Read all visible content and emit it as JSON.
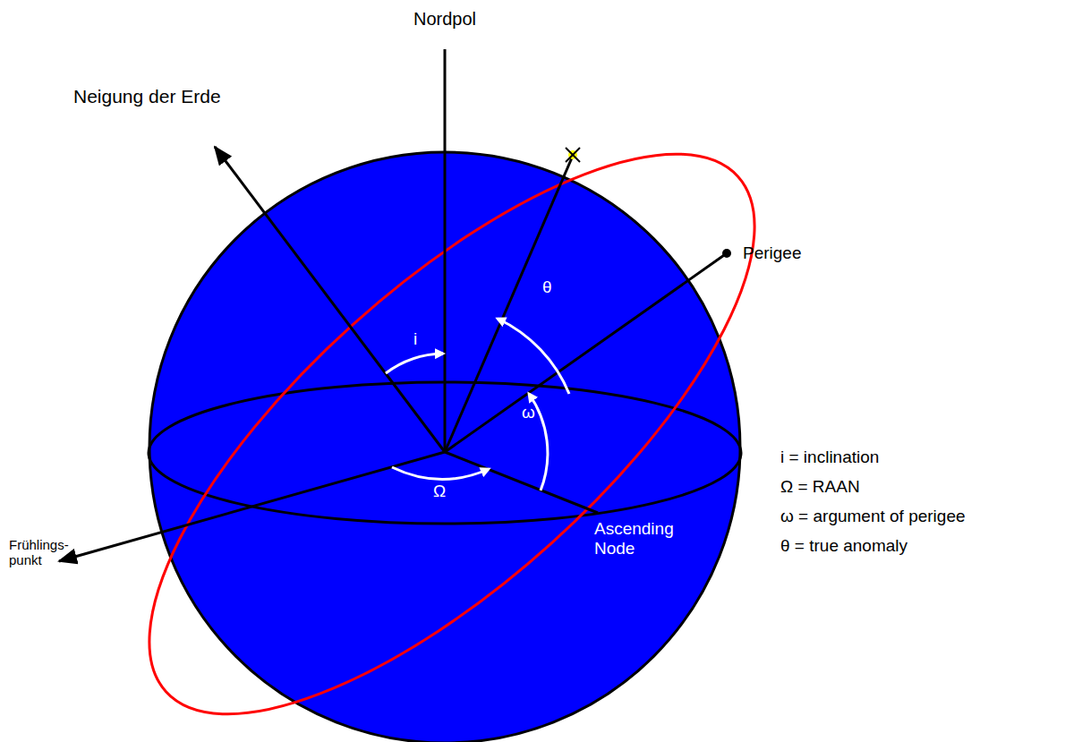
{
  "diagram": {
    "labels": [
      "Nordpol",
      "Neigung der Erde",
      "Perigee",
      "i",
      "θ",
      "ω",
      "Ω",
      "Ascending Node",
      "Frühlings- punkt",
      "i = inclination",
      "Ω = RAAN",
      "ω = argument of perigee",
      "θ = true anomaly"
    ]
  }
}
